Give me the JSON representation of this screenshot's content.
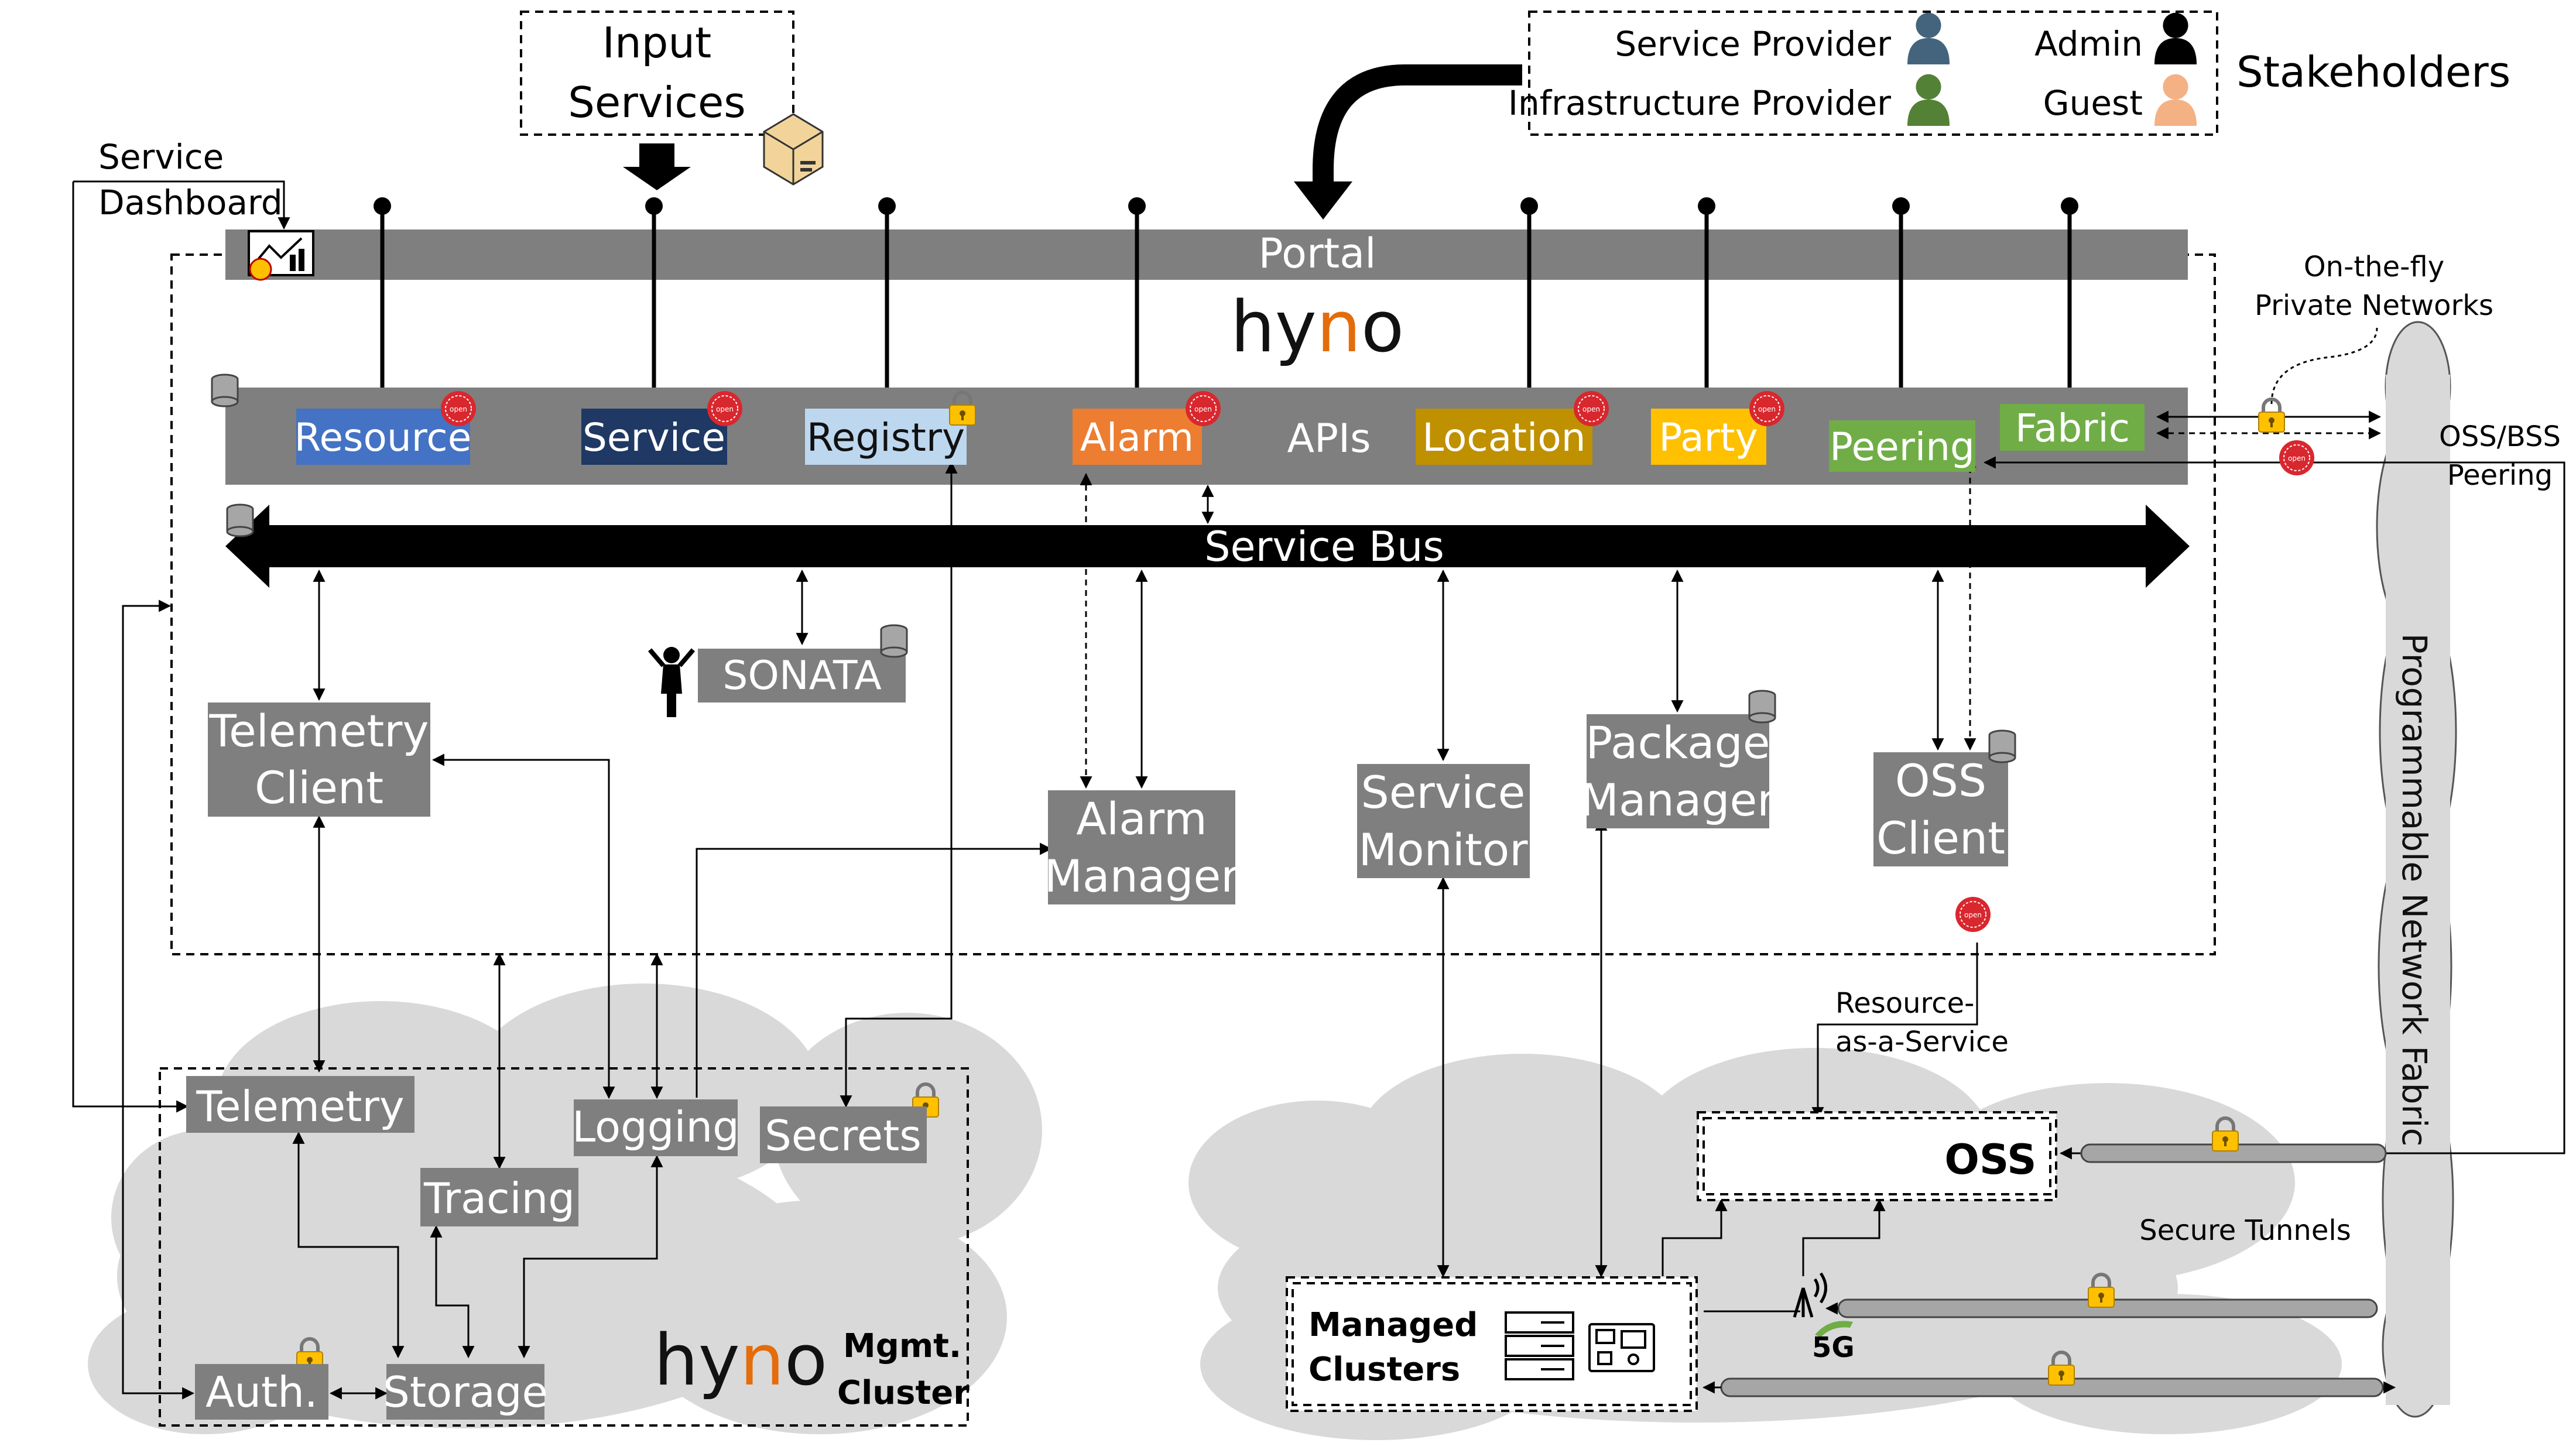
{
  "stakeholders": {
    "title": "Stakeholders",
    "service_provider": "Service Provider",
    "infrastructure_provider": "Infrastructure Provider",
    "admin": "Admin",
    "guest": "Guest",
    "colors": {
      "service_provider": "#44647d",
      "infrastructure_provider": "#538135",
      "admin": "#000000",
      "guest": "#f4b183"
    }
  },
  "input_services": {
    "line1": "Input",
    "line2": "Services"
  },
  "service_dashboard": {
    "line1": "Service",
    "line2": "Dashboard"
  },
  "portal": {
    "label": "Portal"
  },
  "logo": {
    "text_dark": "hy",
    "text_accent": "n",
    "text_end": "o",
    "accent_color": "#e46c0a"
  },
  "apis": {
    "label": "APIs",
    "items": [
      {
        "label": "Resource",
        "color": "#4472c4"
      },
      {
        "label": "Service",
        "color": "#1f3864"
      },
      {
        "label": "Registry",
        "color": "#bdd7ee"
      },
      {
        "label": "Alarm",
        "color": "#ed7d31"
      },
      {
        "label": "Location",
        "color": "#bf9000"
      },
      {
        "label": "Party",
        "color": "#ffc000"
      },
      {
        "label": "Peering",
        "color": "#70ad47"
      },
      {
        "label": "Fabric",
        "color": "#70ad47"
      }
    ]
  },
  "service_bus": {
    "label": "Service Bus"
  },
  "components": {
    "sonata": "SONATA",
    "telemetry_client": {
      "line1": "Telemetry",
      "line2": "Client"
    },
    "alarm_manager": {
      "line1": "Alarm",
      "line2": "Manager"
    },
    "service_monitor": {
      "line1": "Service",
      "line2": "Monitor"
    },
    "package_manager": {
      "line1": "Package",
      "line2": "Manager"
    },
    "oss_client": {
      "line1": "OSS",
      "line2": "Client"
    }
  },
  "mgmt_cluster": {
    "telemetry": "Telemetry",
    "logging": "Logging",
    "secrets": "Secrets",
    "tracing": "Tracing",
    "auth": "Auth.",
    "storage": "Storage",
    "label_line1": "Mgmt.",
    "label_line2": "Cluster"
  },
  "right_side": {
    "on_the_fly_line1": "On-the-fly",
    "on_the_fly_line2": "Private Networks",
    "oss_bss_line1": "OSS/BSS",
    "oss_bss_line2": "Peering",
    "programmable_fabric": "Programmable Network Fabric",
    "raas_line1": "Resource-",
    "raas_line2": "as-a-Service",
    "oss": "OSS",
    "secure_tunnels": "Secure Tunnels",
    "managed_clusters_line1": "Managed",
    "managed_clusters_line2": "Clusters",
    "five_g": "5G"
  },
  "icons": [
    "person-icon",
    "package-icon",
    "dashboard-icon",
    "database-icon",
    "lock-icon",
    "openapi-badge-icon",
    "server-icon",
    "board-icon",
    "antenna-icon",
    "mannequin-icon"
  ]
}
